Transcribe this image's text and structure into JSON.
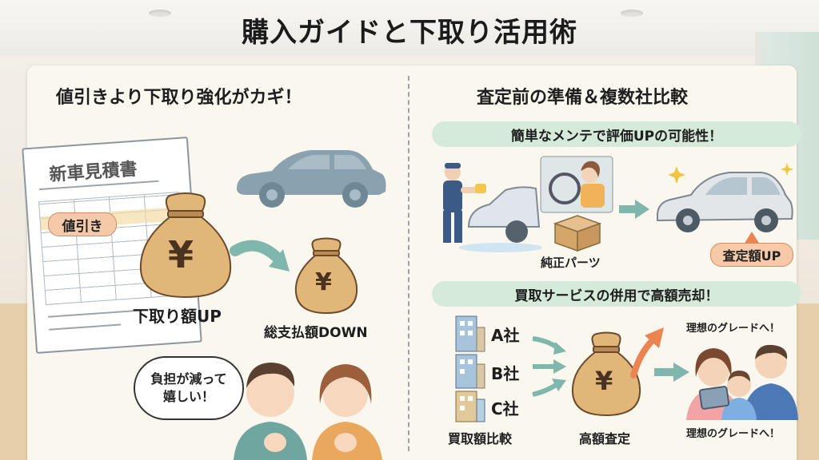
{
  "title": "購入ガイドと下取り活用術",
  "left": {
    "heading": "値引きより下取り強化がカギ！",
    "estimate_title": "新車見積書",
    "discount_badge": "値引き",
    "tradein_label": "下取り額UP",
    "total_label": "総支払額DOWN",
    "speech": [
      "負担が減って",
      "嬉しい！"
    ],
    "yen": "¥"
  },
  "right": {
    "heading": "査定前の準備＆複数社比較",
    "section1": {
      "pill": "簡単なメンテで評価UPの可能性！",
      "parts_label": "純正パーツ",
      "result_badge": "査定額UP"
    },
    "section2": {
      "pill": "買取サービスの併用で高額売却！",
      "companies": [
        "A社",
        "B社",
        "C社"
      ],
      "compare_label": "買取額比較",
      "appraisal_label": "高額査定",
      "grade_label_top": "理想のグレードへ！",
      "grade_label_bottom": "理想のグレードへ！"
    }
  },
  "colors": {
    "accent_green": "#a9d8c2",
    "pill_bg": "#d6ead9",
    "badge_orange": "#f6c9a8",
    "bag": "#e1b679",
    "arrow_teal": "#7fb7ad",
    "arrow_orange": "#ec8451"
  }
}
